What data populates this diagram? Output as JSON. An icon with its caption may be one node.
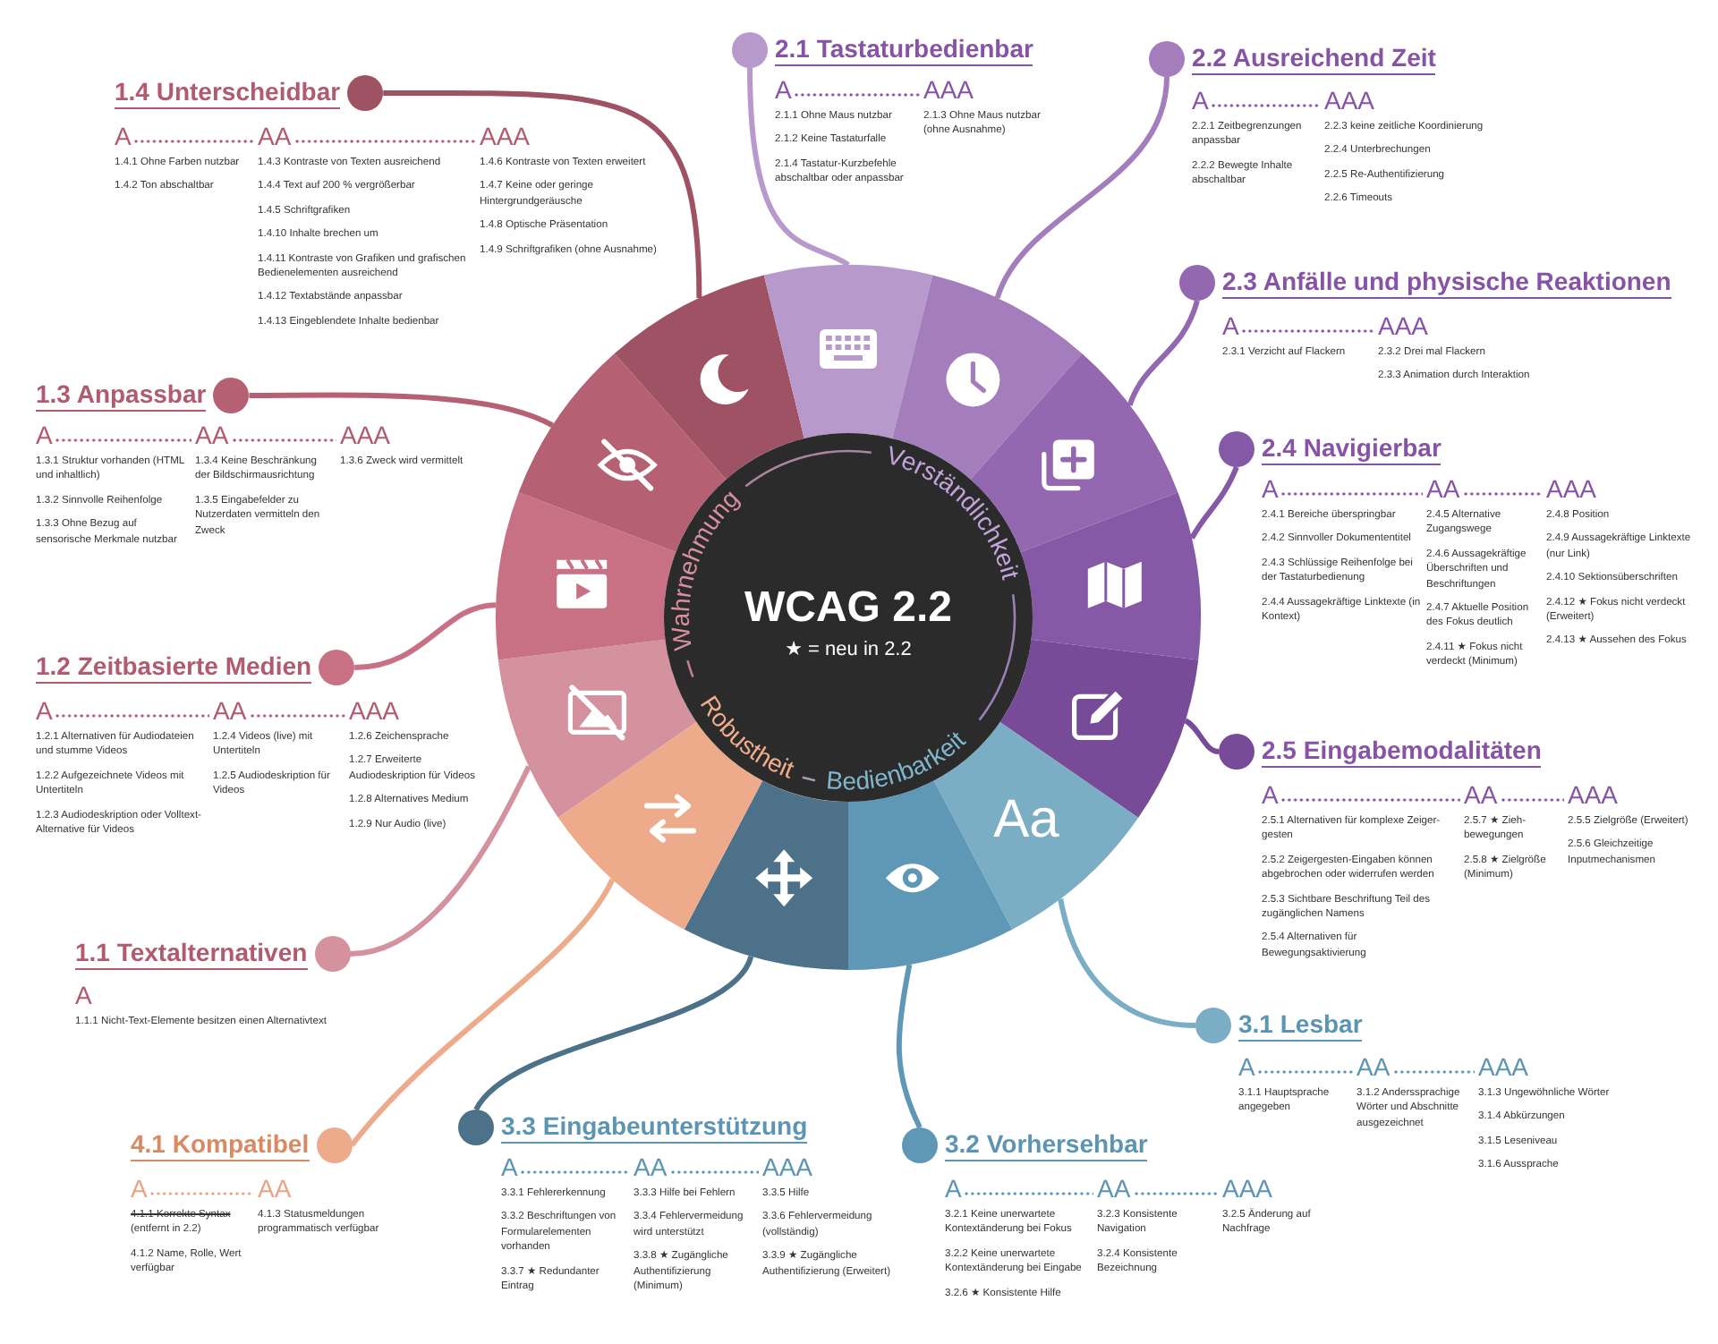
{
  "diagram": {
    "nodes": [
      {
        "text": [
          "WCAG 2.2",
          "★ = neu in 2.2",
          "Wahrnehmung",
          "Verständlichkeit",
          "Robustheit",
          "Bedienbarkeit"
        ]
      },
      {
        "text": [],
        "shape": "wedge"
      },
      {
        "text": [],
        "shape": "wedge"
      },
      {
        "text": [],
        "shape": "wedge"
      },
      {
        "text": [],
        "shape": "wedge"
      },
      {
        "text": [],
        "shape": "wedge"
      },
      {
        "text": [],
        "shape": "wedge"
      },
      {
        "text": [],
        "shape": "wedge"
      },
      {
        "text": [],
        "shape": "wedge"
      },
      {
        "text": [],
        "shape": "wedge"
      },
      {
        "text": [
          "Aa"
        ]
      },
      {
        "text": [],
        "shape": "wedge"
      },
      {
        "text": [],
        "shape": "wedge"
      },
      {
        "text": [],
        "shape": "wedge"
      },
      {
        "text": [
          "1.1 Textalternativen"
        ],
        "beside": [
          "A",
          "1.1.1 Nicht-Text-Elemente besitzen einen Alternativtext"
        ]
      },
      {
        "text": [
          "1.2 Zeitbasierte Medien"
        ],
        "beside": [
          "A",
          "1.2.1 Alternativen für Audiodateien und stumme Videos",
          "1.2.2 Aufgezeichnete Videos mit Untertiteln",
          "1.2.3 Audiodeskription oder Volltext-Alternative für Videos",
          "AA",
          "1.2.4 Videos (live) mit Untertiteln",
          "1.2.5 Audiodeskription für Videos",
          "AAA",
          "1.2.6 Zeichensprache",
          "1.2.7 Erweiterte Audiodeskription für Videos",
          "1.2.8 Alternatives Medium",
          "1.2.9 Nur Audio (live)"
        ]
      },
      {
        "text": [
          "1.3 Anpassbar"
        ],
        "beside": [
          "A",
          "1.3.1 Struktur vorhanden (HTML und inhaltlich)",
          "1.3.2 Sinnvolle Reihenfolge",
          "1.3.3 Ohne Bezug auf sensorische Merkmale nutzbar",
          "AA",
          "1.3.4 Keine Beschränkung der Bildschirmausrichtung",
          "1.3.5 Eingabefelder zu Nutzerdaten vermitteln den Zweck",
          "AAA",
          "1.3.6 Zweck wird vermittelt"
        ]
      },
      {
        "text": [
          "1.4 Unterscheidbar"
        ],
        "beside": [
          "A",
          "1.4.1 Ohne Farben nutzbar",
          "1.4.2 Ton abschaltbar",
          "AA",
          "1.4.3 Kontraste von Texten ausreichend",
          "1.4.4 Text auf 200 % vergrößerbar",
          "1.4.5 Schriftgrafiken",
          "1.4.10 Inhalte brechen um",
          "1.4.11 Kontraste von Grafiken und grafischen Bedienelementen ausreichend",
          "1.4.12 Textabstände anpassbar",
          "1.4.13 Eingeblendete Inhalte bedienbar",
          "AAA",
          "1.4.6 Kontraste von Texten erweitert",
          "1.4.7 Keine oder geringe Hintergrundgeräusche",
          "1.4.8 Optische Präsentation",
          "1.4.9 Schriftgrafiken (ohne Ausnahme)"
        ]
      },
      {
        "text": [
          "2.1 Tastaturbedienbar"
        ],
        "beside": [
          "A",
          "2.1.1 Ohne Maus nutzbar",
          "2.1.2 Keine Tastaturfalle",
          "2.1.4 Tastatur-Kurzbefehle abschaltbar oder anpassbar",
          "AAA",
          "2.1.3 Ohne Maus nutzbar (ohne Ausnahme)"
        ]
      },
      {
        "text": [
          "2.2 Ausreichend Zeit"
        ],
        "beside": [
          "A",
          "2.2.1 Zeitbegrenzungen anpassbar",
          "2.2.2 Bewegte Inhalte abschaltbar",
          "AAA",
          "2.2.3 keine zeitliche Koordinierung",
          "2.2.4 Unterbrechungen",
          "2.2.5 Re-Authentifizierung",
          "2.2.6 Timeouts"
        ]
      },
      {
        "text": [
          "2.3 Anfälle und physische Reaktionen"
        ],
        "beside": [
          "A",
          "2.3.1 Verzicht auf Flackern",
          "AAA",
          "2.3.2 Drei mal Flackern",
          "2.3.3 Animation durch Interaktion"
        ]
      },
      {
        "text": [
          "2.4 Navigierbar"
        ],
        "beside": [
          "A",
          "2.4.1 Bereiche überspringbar",
          "2.4.2 Sinnvoller Dokumententitel",
          "2.4.3 Schlüssige Reihenfolge bei der Tastaturbedienung",
          "2.4.4 Aussagekräftige Linktexte (in Kontext)",
          "AA",
          "2.4.5 Alternative Zugangswege",
          "2.4.6 Aussagekräftige Überschriften und Beschriftungen",
          "2.4.7 Aktuelle Position des Fokus deutlich",
          "2.4.11 ★ Fokus nicht verdeckt (Minimum)",
          "AAA",
          "2.4.8 Position",
          "2.4.9 Aussagekräftige Linktexte (nur Link)",
          "2.4.10 Sektionsüberschriften",
          "2.4.12 ★ Fokus nicht verdeckt (Erweitert)",
          "2.4.13 ★ Aussehen des Fokus"
        ]
      },
      {
        "text": [
          "2.5 Eingabemodalitäten"
        ],
        "beside": [
          "A",
          "2.5.1 Alternativen für komplexe Zeiger-gesten",
          "2.5.2 Zeigergesten-Eingaben können abgebrochen oder widerrufen werden",
          "2.5.3 Sichtbare Beschriftung Teil des zugänglichen Namens",
          "2.5.4 Alternativen für Bewegungsaktivierung",
          "AA",
          "2.5.7 ★ Zieh-bewegungen",
          "2.5.8 ★ Zielgröße (Minimum)",
          "AAA",
          "2.5.5 Zielgröße (Erweitert)",
          "2.5.6 Gleichzeitige Inputmechanismen"
        ]
      },
      {
        "text": [
          "3.1 Lesbar"
        ],
        "beside": [
          "A",
          "3.1.1 Hauptsprache angegeben",
          "AA",
          "3.1.2 Anderssprachige Wörter und Abschnitte ausgezeichnet",
          "AAA",
          "3.1.3 Ungewöhnliche Wörter",
          "3.1.4 Abkürzungen",
          "3.1.5 Leseniveau",
          "3.1.6 Aussprache"
        ]
      },
      {
        "text": [
          "3.2 Vorhersehbar"
        ],
        "beside": [
          "A",
          "3.2.1 Keine unerwartete Kontextänderung bei Fokus",
          "3.2.2 Keine unerwartete Kontextänderung bei Eingabe",
          "3.2.6 ★ Konsistente Hilfe",
          "AA",
          "3.2.3 Konsistente Navigation",
          "3.2.4 Konsistente Bezeichnung",
          "AAA",
          "3.2.5 Änderung auf Nachfrage"
        ]
      },
      {
        "text": [
          "3.3 Eingabeunterstützung"
        ],
        "beside": [
          "A",
          "3.3.1 Fehlererkennung",
          "3.3.2 Beschriftungen von Formularelementen vorhanden",
          "3.3.7 ★ Redundanter Eintrag",
          "AA",
          "3.3.3 Hilfe bei Fehlern",
          "3.3.4 Fehlervermeidung wird unterstützt",
          "3.3.8 ★ Zugängliche Authentifizierung (Minimum)",
          "AAA",
          "3.3.5 Hilfe",
          "3.3.6 Fehlervermeidung (vollständig)",
          "3.3.9 ★ Zugängliche Authentifizierung (Erweitert)"
        ]
      },
      {
        "text": [
          "4.1 Kompatibel"
        ],
        "beside": [
          "A",
          "4.1.1 Korrekte Syntax",
          "(entfernt in 2.2)",
          "4.1.2 Name, Rolle, Wert verfügbar",
          "AA",
          "4.1.3 Statusmeldungen programmatisch verfügbar"
        ]
      }
    ],
    "edges": [
      {
        "from": 1,
        "to": 14,
        "arrow": "none",
        "color": "#d4919e"
      },
      {
        "from": 2,
        "to": 15,
        "arrow": "none",
        "color": "#c87084"
      },
      {
        "from": 3,
        "to": 16,
        "arrow": "none",
        "color": "#b66073"
      },
      {
        "from": 4,
        "to": 17,
        "arrow": "none",
        "color": "#a05265"
      },
      {
        "from": 5,
        "to": 18,
        "arrow": "none",
        "color": "#b79acb"
      },
      {
        "from": 6,
        "to": 19,
        "arrow": "none",
        "color": "#a47dbc"
      },
      {
        "from": 7,
        "to": 20,
        "arrow": "none",
        "color": "#9467b1"
      },
      {
        "from": 8,
        "to": 21,
        "arrow": "none",
        "color": "#8659a7"
      },
      {
        "from": 9,
        "to": 22,
        "arrow": "none",
        "color": "#774b98"
      },
      {
        "from": 10,
        "to": 23,
        "arrow": "none",
        "color": "#7badc4"
      },
      {
        "from": 11,
        "to": 24,
        "arrow": "none",
        "color": "#5e98b6"
      },
      {
        "from": 12,
        "to": 25,
        "arrow": "none",
        "color": "#4c7188"
      },
      {
        "from": 13,
        "to": 26,
        "arrow": "none",
        "color": "#eeab8c"
      }
    ]
  }
}
